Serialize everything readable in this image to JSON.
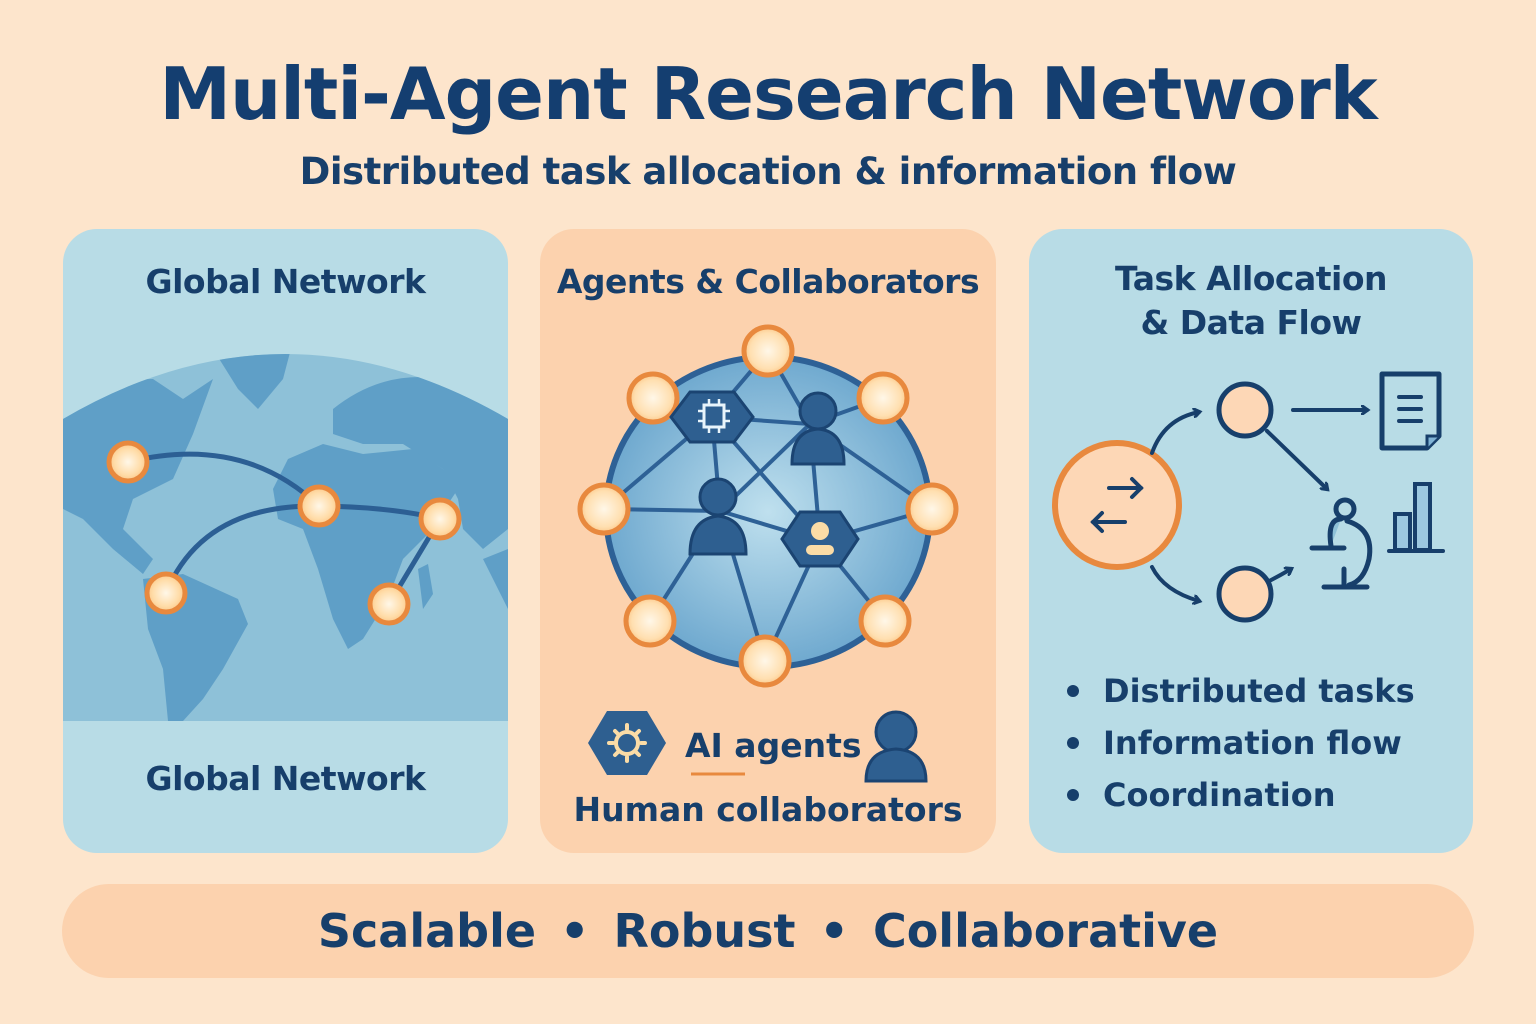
{
  "header": {
    "title": "Multi-Agent Research Network",
    "subtitle": "Distributed task allocation & information flow"
  },
  "colors": {
    "background": "#fde5cc",
    "panel_blue": "#b8dce6",
    "panel_peach": "#fcd2ae",
    "navy": "#173f6b",
    "orange": "#e8893e",
    "node_fill": "#ffe4bf",
    "globe_ocean": "#8ec1d8",
    "globe_land": "#5f9fc7"
  },
  "panels": {
    "global": {
      "title": "Global Network",
      "caption": "Global Network",
      "icons": [
        "world-map-icon",
        "network-node-icon"
      ]
    },
    "agents": {
      "title": "Agents & Collaborators",
      "legend": {
        "ai_label": "AI agents",
        "human_label": "Human collaborators"
      },
      "icons": [
        "chip-icon",
        "person-icon",
        "gear-icon"
      ]
    },
    "tasks": {
      "title_line1": "Task Allocation",
      "title_line2": "& Data Flow",
      "bullets": [
        "Distributed tasks",
        "Information flow",
        "Coordination"
      ],
      "icons": [
        "exchange-arrows-icon",
        "document-icon",
        "microscope-icon",
        "bar-chart-icon"
      ]
    }
  },
  "footer": {
    "items": [
      "Scalable",
      "Robust",
      "Collaborative"
    ],
    "separator": "•"
  }
}
